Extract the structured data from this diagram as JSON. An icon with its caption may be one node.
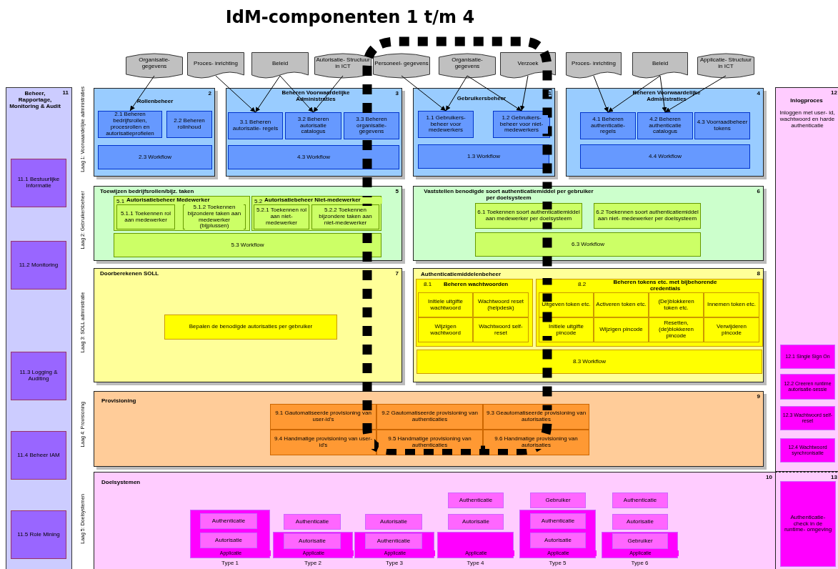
{
  "diagram": {
    "title": "IdM-componenten 1 t/m 4",
    "nodes": [
      {
        "text": [
          "Organisatie- gegevens"
        ]
      },
      {
        "text": [
          "Proces- inrichting"
        ]
      },
      {
        "text": [
          "Beleid"
        ]
      },
      {
        "text": [
          "Autorisatie- Structuur in ICT"
        ]
      },
      {
        "text": [
          "Personeel- gegevens"
        ]
      },
      {
        "text": [
          "Organisatie- gegevens"
        ]
      },
      {
        "text": [
          "Verzoek"
        ]
      },
      {
        "text": [
          "Proces- inrichting"
        ]
      },
      {
        "text": [
          "Beleid"
        ]
      },
      {
        "text": [
          "Applicatie- Structuur in ICT"
        ]
      },
      {
        "text": [
          "Beheer, Rapportage, Monitoring & Audit",
          "11"
        ]
      },
      {
        "text": [
          "11.1 Bestuurlijke Informatie"
        ],
        "in": 10
      },
      {
        "text": [
          "11.2 Monitoring"
        ],
        "in": 10
      },
      {
        "text": [
          "11.3 Logging & Auditing"
        ],
        "in": 10
      },
      {
        "text": [
          "11.4 Beheer IAM"
        ],
        "in": 10
      },
      {
        "text": [
          "11.5 Role Mining"
        ],
        "in": 10
      },
      {
        "text": [
          "Rollenbeheer",
          "2"
        ]
      },
      {
        "text": [
          "2.1 Beheren bedrijfsrollen, procesrollen en autorisatieprofielen"
        ],
        "in": 16
      },
      {
        "text": [
          "2.2 Beheren rolinhoud"
        ],
        "in": 16
      },
      {
        "text": [
          "2.3 Workflow"
        ],
        "in": 16
      },
      {
        "text": [
          "Beheren Voorwaardelijke Administraties",
          "3"
        ]
      },
      {
        "text": [
          "3.1 Beheren autorisatie- regels"
        ],
        "in": 20
      },
      {
        "text": [
          "3.2 Beheren autorisatie catalogus"
        ],
        "in": 20
      },
      {
        "text": [
          "3.3 Beheren organisatie- gegevens"
        ],
        "in": 20
      },
      {
        "text": [
          "4.3 Workflow"
        ],
        "in": 20
      },
      {
        "text": [
          "Gebruikersbeheer",
          "1"
        ]
      },
      {
        "text": [
          "1.1 Gebruikers- beheer voor medewerkers"
        ],
        "in": 25
      },
      {
        "text": [
          "1.2 Gebruikers- beheer voor niet- medewerkers"
        ],
        "in": 25
      },
      {
        "text": [
          "1.3 Workflow"
        ],
        "in": 25
      },
      {
        "text": [
          "Beheren Voorwaardelijke Administraties",
          "4"
        ]
      },
      {
        "text": [
          "4.1 Beheren authenticatie- regels"
        ],
        "in": 29
      },
      {
        "text": [
          "4.2 Beheren authenticatie catalogus"
        ],
        "in": 29
      },
      {
        "text": [
          "4.3 Voorraadbeheer tokens"
        ],
        "in": 29
      },
      {
        "text": [
          "4.4 Workflow"
        ],
        "in": 29
      },
      {
        "text": [
          "Inlogproces",
          "12",
          "Inloggen met user- id, wachtwoord en harde authenticatie"
        ]
      },
      {
        "text": [
          "12.1 Single Sign On"
        ],
        "in": 34
      },
      {
        "text": [
          "12.2 Creeren runtime autorisatie-sessie"
        ],
        "in": 34
      },
      {
        "text": [
          "12.3 Wachtwoord self-reset"
        ],
        "in": 34
      },
      {
        "text": [
          "12.4 Wachtwoord synchronisatie"
        ],
        "in": 34
      },
      {
        "text": [
          "Toewijzen bedrijfsrollen/bijz. taken",
          "5"
        ]
      },
      {
        "text": [
          "5.1",
          "Autorisatiebeheer Medewerker"
        ],
        "in": 39
      },
      {
        "text": [
          "5.1.1 Toekennen rol aan medewerker"
        ],
        "in": 40
      },
      {
        "text": [
          "5.1.2 Toekennen bijzondere taken aan medewerker (bijplussen)"
        ],
        "in": 40
      },
      {
        "text": [
          "5.2",
          "Autorisatiebeheer Niet-medewerker"
        ],
        "in": 39
      },
      {
        "text": [
          "5.2.1 Toekennen rol aan niet- medewerker"
        ],
        "in": 43
      },
      {
        "text": [
          "5.2.2 Toekennen bijzondere taken aan niet-medewerker"
        ],
        "in": 43
      },
      {
        "text": [
          "5.3 Workflow"
        ],
        "in": 39
      },
      {
        "text": [
          "Vaststellen benodigde soort authenticatiemiddel per gebruiker per doelsysteem",
          "6"
        ]
      },
      {
        "text": [
          "6.1 Toekennen soort authenticatiemiddel aan medewerker per doelsysteem"
        ],
        "in": 47
      },
      {
        "text": [
          "6.2 Toekennen soort authenticatiemiddel aan niet- medewerker per doelsysteem"
        ],
        "in": 47
      },
      {
        "text": [
          "6.3 Workflow"
        ],
        "in": 47
      },
      {
        "text": [
          "Doorberekenen SOLL",
          "7"
        ]
      },
      {
        "text": [
          "Bepalen de benodigde autorisaties per gebruiker"
        ],
        "in": 51
      },
      {
        "text": [
          "Authenticatiemiddelenbeheer",
          "8"
        ]
      },
      {
        "text": [
          "8.1",
          "Beheren wachtwoorden"
        ],
        "in": 53
      },
      {
        "text": [
          "Initiele uitgifte wachtwoord"
        ],
        "in": 54
      },
      {
        "text": [
          "Wachtwoord reset (helpdesk)"
        ],
        "in": 54
      },
      {
        "text": [
          "Wijzigen wachtwoord"
        ],
        "in": 54
      },
      {
        "text": [
          "Wachtwoord self-reset"
        ],
        "in": 54
      },
      {
        "text": [
          "8.2",
          "Beheren tokens etc. met bijbehorende credentials"
        ],
        "in": 53
      },
      {
        "text": [
          "Uitgeven token etc."
        ],
        "in": 59
      },
      {
        "text": [
          "Activeren token etc."
        ],
        "in": 59
      },
      {
        "text": [
          "(De)blokkeren token etc."
        ],
        "in": 59
      },
      {
        "text": [
          "Innemen token etc."
        ],
        "in": 59
      },
      {
        "text": [
          "Initiele uitgifte pincode"
        ],
        "in": 59
      },
      {
        "text": [
          "Wijzigen pincode"
        ],
        "in": 59
      },
      {
        "text": [
          "Resetten, (de)blokkeren pincode"
        ],
        "in": 59
      },
      {
        "text": [
          "Verwijderen pincode"
        ],
        "in": 59
      },
      {
        "text": [
          "8.3 Workflow"
        ],
        "in": 53
      },
      {
        "text": [
          "Provisioning",
          "9"
        ]
      },
      {
        "text": [
          "9.1 Gautomatiseerde provisioning van user-id's"
        ],
        "in": 69
      },
      {
        "text": [
          "9.2 Gautomatiseerde provisioning van authenticaties"
        ],
        "in": 69
      },
      {
        "text": [
          "9.3 Geautomatiseerde provisioning van autorisaties"
        ],
        "in": 69
      },
      {
        "text": [
          "9.4 Handmatige provisioning van user-id's"
        ],
        "in": 69
      },
      {
        "text": [
          "9.5 Handmatige provisioning van authenticaties"
        ],
        "in": 69
      },
      {
        "text": [
          "9.6 Handmatige provisioning van autorisaties"
        ],
        "in": 69
      },
      {
        "text": [
          "Doelsystemen",
          "10"
        ]
      },
      {
        "text": [
          "Applicatie"
        ],
        "beside": [
          "Type 1"
        ],
        "in": 76
      },
      {
        "text": [
          "Authenticatie"
        ],
        "in": 77
      },
      {
        "text": [
          "Autorisatie"
        ],
        "in": 77
      },
      {
        "text": [
          "Authenticatie"
        ],
        "in": 76
      },
      {
        "text": [
          "Applicatie"
        ],
        "beside": [
          "Type 2"
        ],
        "in": 76
      },
      {
        "text": [
          "Autorisatie"
        ],
        "in": 81
      },
      {
        "text": [
          "Autorisatie"
        ],
        "in": 76
      },
      {
        "text": [
          "Applicatie"
        ],
        "beside": [
          "Type 3"
        ],
        "in": 76
      },
      {
        "text": [
          "Authenticatie"
        ],
        "in": 84
      },
      {
        "text": [
          "Authenticatie"
        ],
        "in": 76
      },
      {
        "text": [
          "Autorisatie"
        ],
        "in": 76
      },
      {
        "text": [
          "Applicatie"
        ],
        "beside": [
          "Type 4"
        ],
        "in": 76
      },
      {
        "text": [
          "Gebruiker"
        ],
        "in": 76
      },
      {
        "text": [
          "Applicatie"
        ],
        "beside": [
          "Type 5"
        ],
        "in": 76
      },
      {
        "text": [
          "Authenticatie"
        ],
        "in": 90
      },
      {
        "text": [
          "Autorisatie"
        ],
        "in": 90
      },
      {
        "text": [
          "Authenticatie"
        ],
        "in": 76
      },
      {
        "text": [
          "Autorisatie"
        ],
        "in": 76
      },
      {
        "text": [
          "Applicatie"
        ],
        "beside": [
          "Type 6"
        ],
        "in": 76
      },
      {
        "text": [
          "Gebruiker"
        ],
        "in": 95
      },
      {
        "text": [
          "13"
        ]
      },
      {
        "text": [
          "Authenticatie- check in de runtime- omgeving"
        ],
        "in": 97
      }
    ],
    "edges": [
      {
        "from": 0,
        "to": 17,
        "arrow": "to"
      },
      {
        "from": 1,
        "to": 21,
        "arrow": "to"
      },
      {
        "from": 2,
        "to": 21,
        "arrow": "to"
      },
      {
        "from": 2,
        "to": 22,
        "arrow": "to"
      },
      {
        "from": 3,
        "to": 22,
        "arrow": "to"
      },
      {
        "from": 4,
        "to": 26,
        "arrow": "to"
      },
      {
        "from": 5,
        "to": 26,
        "arrow": "to"
      },
      {
        "from": 5,
        "to": 27,
        "arrow": "to"
      },
      {
        "from": 6,
        "to": 27,
        "arrow": "to"
      },
      {
        "from": 7,
        "to": 30,
        "arrow": "to"
      },
      {
        "from": 8,
        "to": 30,
        "arrow": "to"
      },
      {
        "from": 8,
        "to": 31,
        "arrow": "to"
      },
      {
        "from": 9,
        "to": 31,
        "arrow": "to"
      }
    ],
    "labels": [
      "Laag 1: Voorwaardelijke administraties",
      "Laag 2: Gebruikersbeheer",
      "Laag 3: SOLL administratie",
      "Laag 4: Provisioning",
      "Laag 5: Doelsystemen"
    ]
  }
}
